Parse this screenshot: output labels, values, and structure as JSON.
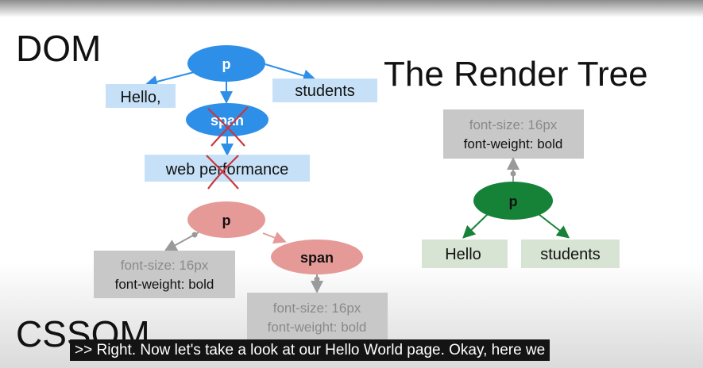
{
  "dom": {
    "title": "DOM",
    "p_label": "p",
    "span_label": "span",
    "hello_text": "Hello,",
    "students_text": "students",
    "web_perf_text": "web performance"
  },
  "cssom": {
    "title": "CSSOM",
    "p_label": "p",
    "span_label": "span",
    "p_style_line1": "font-size: 16px",
    "p_style_line2": "font-weight: bold",
    "span_style_line1": "font-size: 16px",
    "span_style_line2": "font-weight: bold"
  },
  "render_tree": {
    "title": "The Render Tree",
    "style_line1": "font-size: 16px",
    "style_line2": "font-weight: bold",
    "p_label": "p",
    "hello_text": "Hello",
    "students_text": "students"
  },
  "caption": {
    "text": ">> Right. Now let's take a look at our Hello World page. Okay, here we"
  },
  "colors": {
    "dom_node": "#2e8fe8",
    "dom_text_box": "#c6e1f7",
    "cssom_node": "#e59a97",
    "style_box": "#c8c8c8",
    "render_node": "#158238",
    "render_text_box": "#d8e4d3",
    "cross": "#c8373d"
  }
}
